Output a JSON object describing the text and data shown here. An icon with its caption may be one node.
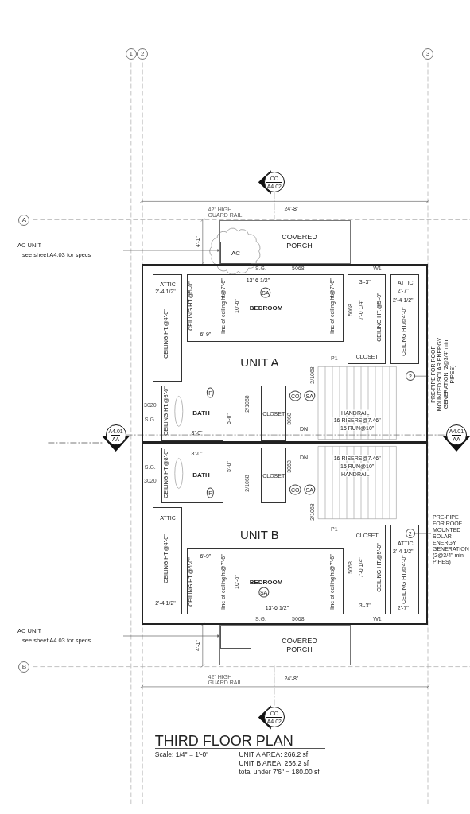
{
  "diagram": {
    "title": "THIRD FLOOR PLAN",
    "nodes": [
      {
        "text": [
          "1"
        ]
      },
      {
        "text": [
          "2"
        ]
      },
      {
        "text": [
          "3"
        ]
      },
      {
        "text": [
          "CC",
          "A4.02"
        ]
      },
      {
        "text": [
          "A"
        ]
      },
      {
        "text": [
          "COVERED PORCH"
        ]
      },
      {
        "text": [
          "AC"
        ],
        "in": 5
      },
      {
        "text": [
          "AC UNIT",
          "see sheet A4.03 for specs"
        ]
      },
      {
        "text": [
          "UNIT A"
        ]
      },
      {
        "text": [
          "ATTIC"
        ],
        "in": 8
      },
      {
        "text": [
          "BEDROOM"
        ],
        "in": 8
      },
      {
        "text": [
          "CLOSET"
        ],
        "in": 8
      },
      {
        "text": [
          "ATTIC"
        ],
        "in": 8
      },
      {
        "text": [
          "2"
        ],
        "in": 8
      },
      {
        "text": [
          "PRE-PIPE FOR ROOF MOUNTED SOLAR ENERGY GENERATION (2@3/4\" min PIPES)"
        ]
      },
      {
        "text": [
          "BATH"
        ],
        "in": 8
      },
      {
        "text": [
          "CLOSET"
        ],
        "in": 8
      },
      {
        "text": [
          "A4.01",
          "AA"
        ]
      },
      {
        "text": [
          "A4.01",
          "AA"
        ]
      },
      {
        "text": [
          "UNIT B"
        ]
      },
      {
        "text": [
          "BATH"
        ],
        "in": 19
      },
      {
        "text": [
          "CLOSET"
        ],
        "in": 19
      },
      {
        "text": [
          "ATTIC"
        ],
        "in": 19
      },
      {
        "text": [
          "BEDROOM"
        ],
        "in": 19
      },
      {
        "text": [
          "CLOSET"
        ],
        "in": 19
      },
      {
        "text": [
          "ATTIC"
        ],
        "in": 19
      },
      {
        "text": [
          "2"
        ],
        "in": 25
      },
      {
        "text": [
          "PRE-PIPE FOR ROOF MOUNTED SOLAR ENERGY GENERATION (2@3/4\" min PIPES)"
        ]
      },
      {
        "text": [
          "AC UNIT",
          "see sheet A4.03 for specs"
        ]
      },
      {
        "text": [
          "COVERED PORCH"
        ]
      },
      {
        "text": [],
        "shape": "box",
        "in": 29
      },
      {
        "text": [
          "B"
        ]
      },
      {
        "text": [
          "CC",
          "A4.02"
        ]
      }
    ],
    "edges": [
      {
        "from": 7,
        "to": 6,
        "arrow": "to"
      },
      {
        "from": 13,
        "to": 14,
        "arrow": "none"
      },
      {
        "from": 26,
        "to": 27,
        "arrow": "none"
      },
      {
        "from": 28,
        "to": 30,
        "arrow": "to"
      },
      {
        "from": 3,
        "to": 5,
        "arrow": "none",
        "style": "dashed"
      },
      {
        "from": 17,
        "to": 18,
        "arrow": "none",
        "style": "dashed"
      },
      {
        "from": 29,
        "to": 32,
        "arrow": "none",
        "style": "dashed"
      }
    ],
    "labels": [
      "42\" HIGH GUARD RAIL",
      "24'-8\"",
      "4'-1\"",
      "S.G.",
      "5068",
      "W1",
      "13'-6 1/2\"",
      "3'-3\"",
      "2'-4 1/2\"",
      "SA",
      "2'-7\"",
      "2'-4 1/2\"",
      "CEILING HT.@4'-0\"",
      "CEILING HT.@5'-0\"",
      "line of ceiling ht@7'-6\"",
      "10'-6\"",
      "line of ceiling ht@7'-6\"",
      "5068",
      "7'-0 1/4\"",
      "CEILING HT.@5'-0\"",
      "CEILING HT.@4'-0\"",
      "6'-9\"",
      "P1",
      "2/1068",
      "F",
      "CO",
      "SA",
      "3020",
      "CEILING HT.@8'-0\"",
      "2/1068",
      "HANDRAIL",
      "S.G.",
      "5'-0\"",
      "3068",
      "16 RISERS@7.46\"",
      "8'-0\"",
      "DN",
      "15 RUN@10\"",
      "8'-0\"",
      "DN",
      "16 RISERS@7.46\"",
      "S.G.",
      "5'-0\"",
      "3068",
      "15 RUN@10\"",
      "3020",
      "CEILING HT.@8'-0\"",
      "2/1068",
      "HANDRAIL",
      "F",
      "CO",
      "SA",
      "2/1068",
      "P1",
      "2'-4 1/2\"",
      "6'-9\"",
      "CEILING HT.@4'-0\"",
      "CEILING HT.@5'-0\"",
      "line of ceiling ht@7'-6\"",
      "10'-6\"",
      "line of ceiling ht@7'-6\"",
      "5068",
      "7'-0 1/4\"",
      "CEILING HT.@5'-0\"",
      "CEILING HT.@4'-0\"",
      "SA",
      "2'-4 1/2\"",
      "13'-6 1/2\"",
      "3'-3\"",
      "2'-7\"",
      "S.G.",
      "5068",
      "W1",
      "4'-1\"",
      "42\" HIGH GUARD RAIL",
      "24'-8\"",
      "Scale: 1/4\" = 1'-0\"",
      "UNIT A AREA: 266.2 sf",
      "UNIT B AREA: 266.2 sf",
      "total under 7'6\" = 180.00 sf"
    ]
  }
}
